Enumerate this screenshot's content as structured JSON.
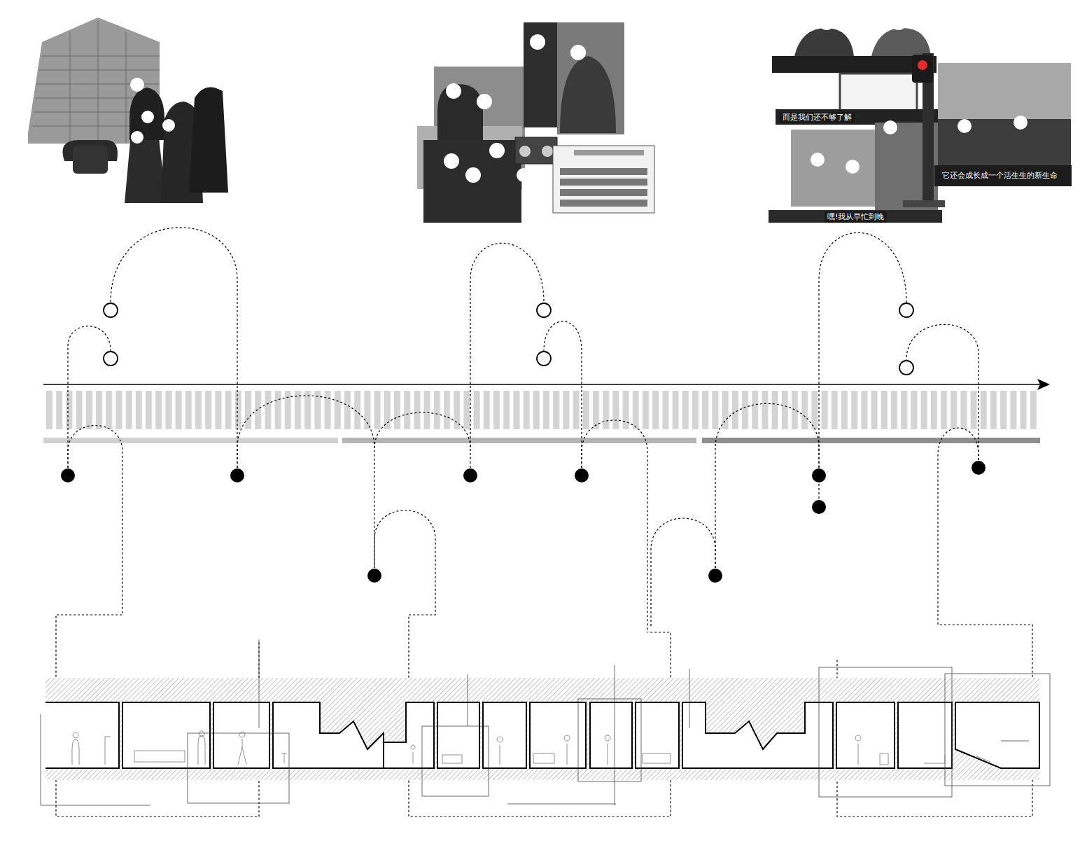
{
  "diagram": {
    "labels": [
      "而是我们还不够了解",
      "它还会成长成一个活生生的新生命",
      "嘿!我从早忙到晚"
    ]
  }
}
